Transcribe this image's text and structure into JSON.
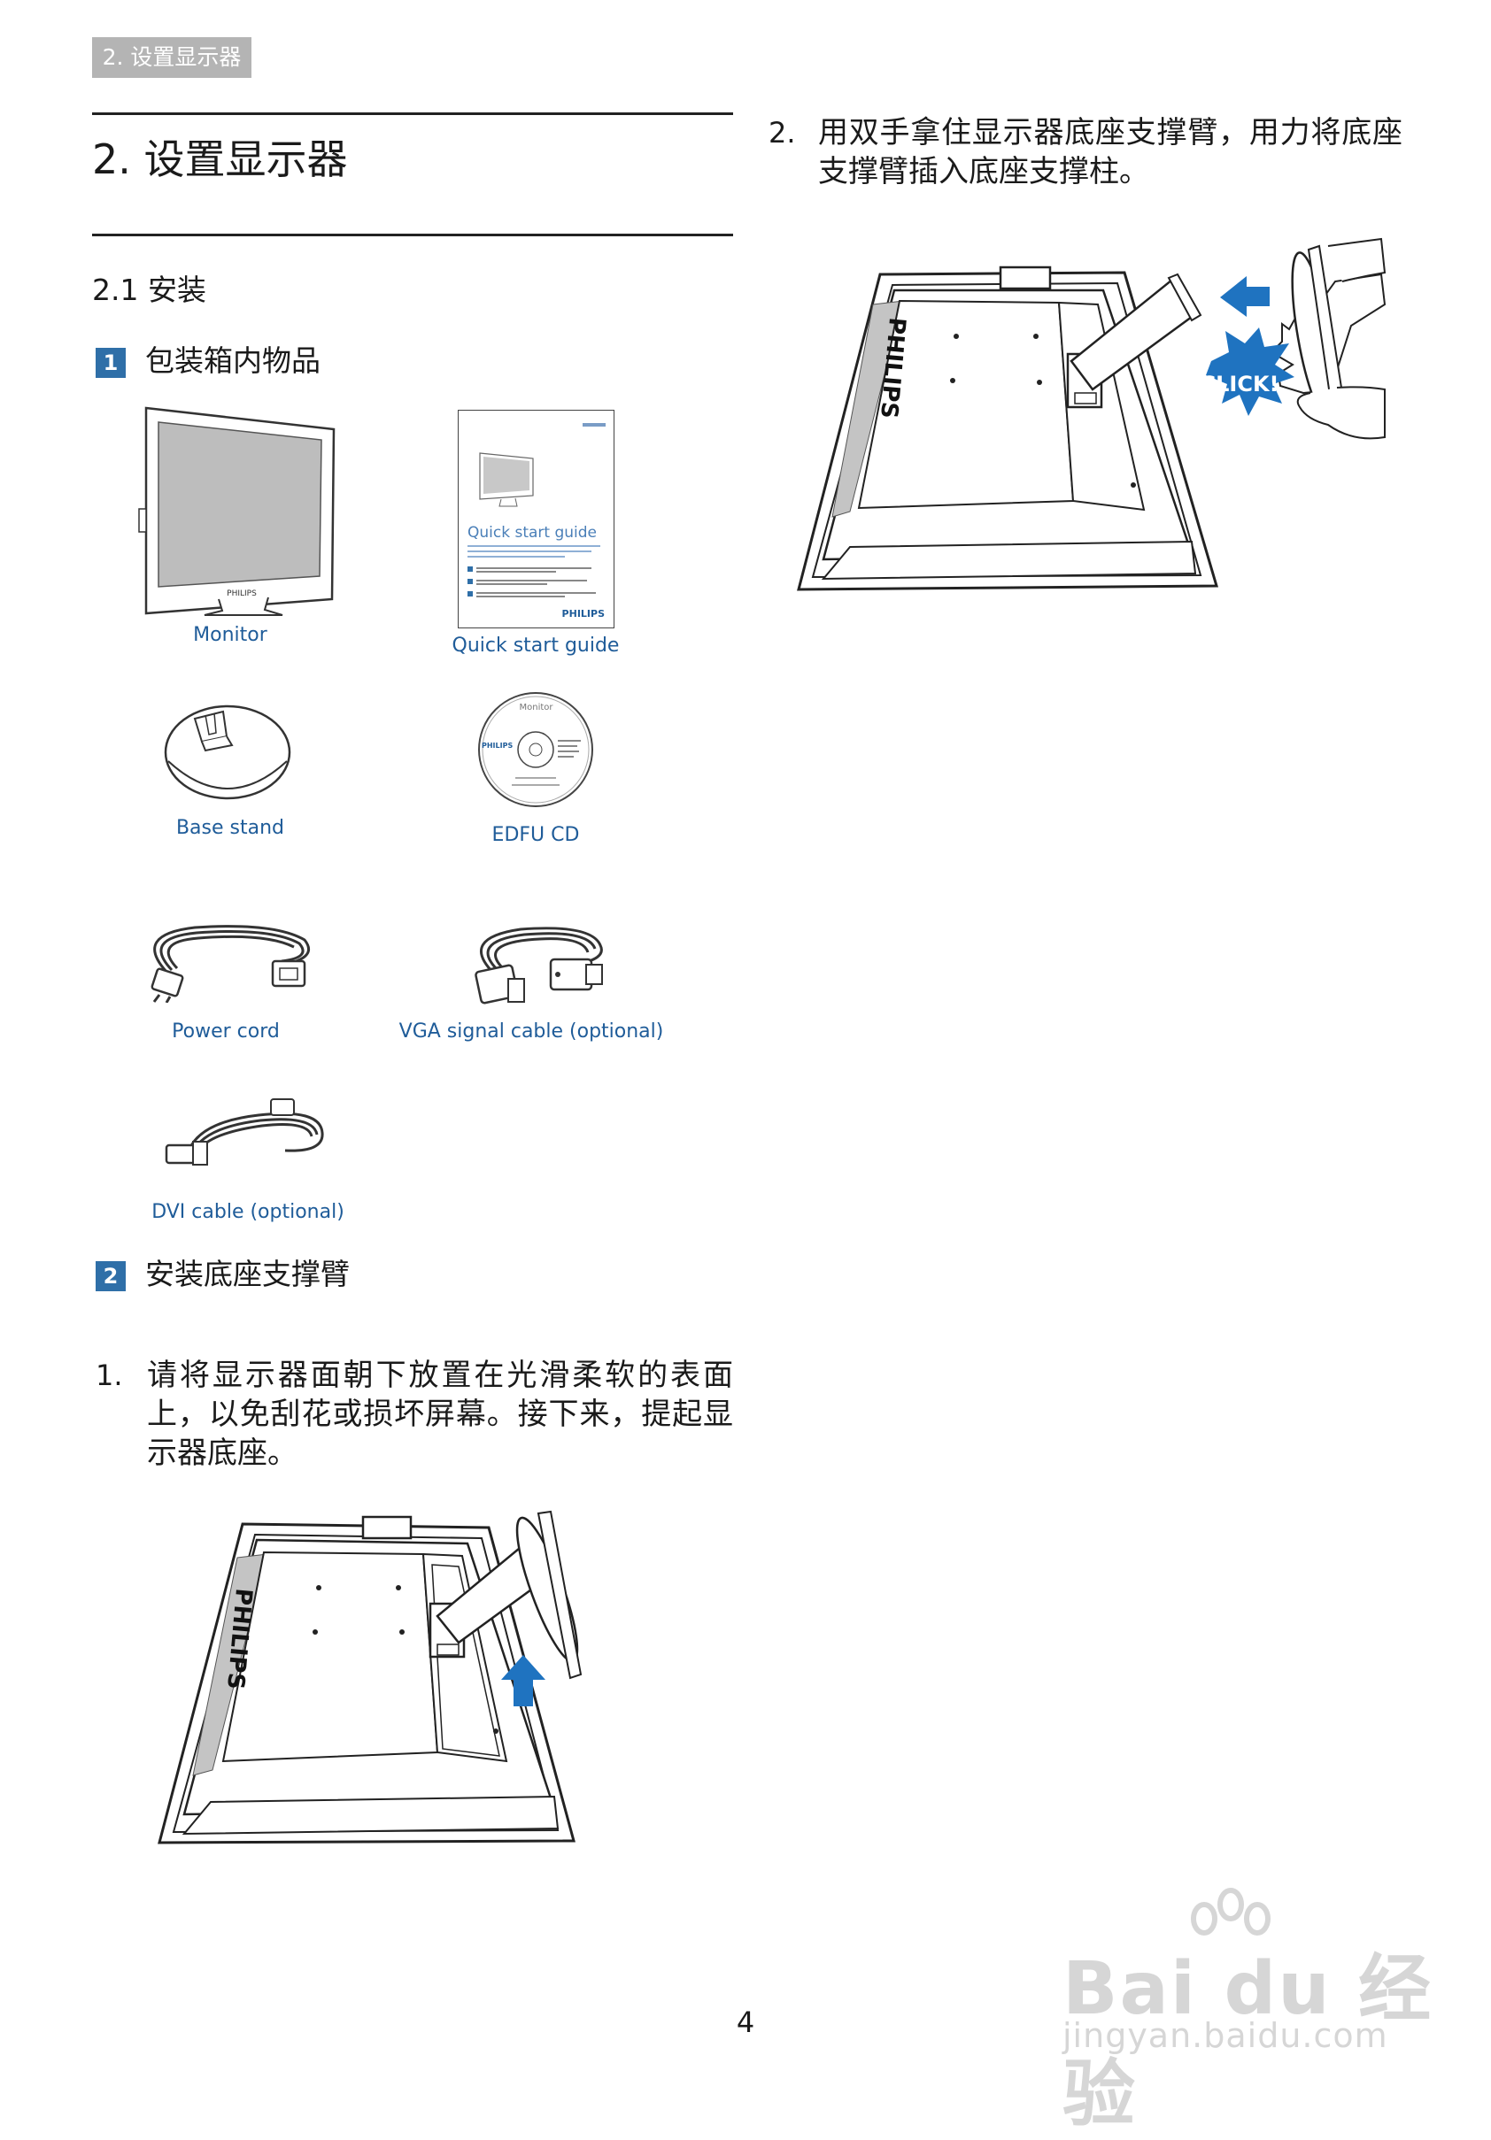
{
  "header_tag": "2. 设置显示器",
  "heading": "2.  设置显示器",
  "section": "2.1  安装",
  "step1": {
    "badge": "1",
    "title": "包装箱内物品"
  },
  "items": {
    "monitor": "Monitor",
    "quick_start_guide": "Quick start guide",
    "base_stand": "Base stand",
    "edfu_cd": "EDFU CD",
    "power_cord": "Power cord",
    "vga_cable": "VGA signal cable (optional)",
    "dvi_cable": "DVI cable (optional)"
  },
  "guide_booklet": {
    "title": "Quick start guide",
    "brand": "PHILIPS"
  },
  "cd_disc": {
    "brand": "PHILIPS",
    "label": "Monitor"
  },
  "step2": {
    "badge": "2",
    "title": "安装底座支撑臂"
  },
  "instruction1": {
    "number": "1.",
    "text": "请将显示器面朝下放置在光滑柔软的表面上，以免刮花或损坏屏幕。接下来，提起显示器底座。"
  },
  "instruction2": {
    "number": "2.",
    "text": "用双手拿住显示器底座支撑臂，用力将底座支撑臂插入底座支撑柱。"
  },
  "figure_brand": "PHILIPS",
  "click_label": "CLICK!",
  "page_number": "4",
  "watermark": {
    "brand": "Bai du 经验",
    "url": "jingyan.baidu.com"
  },
  "colors": {
    "accent_blue": "#1f5c99",
    "arrow_blue": "#1f73c0",
    "badge_blue": "#2f6fa8"
  }
}
